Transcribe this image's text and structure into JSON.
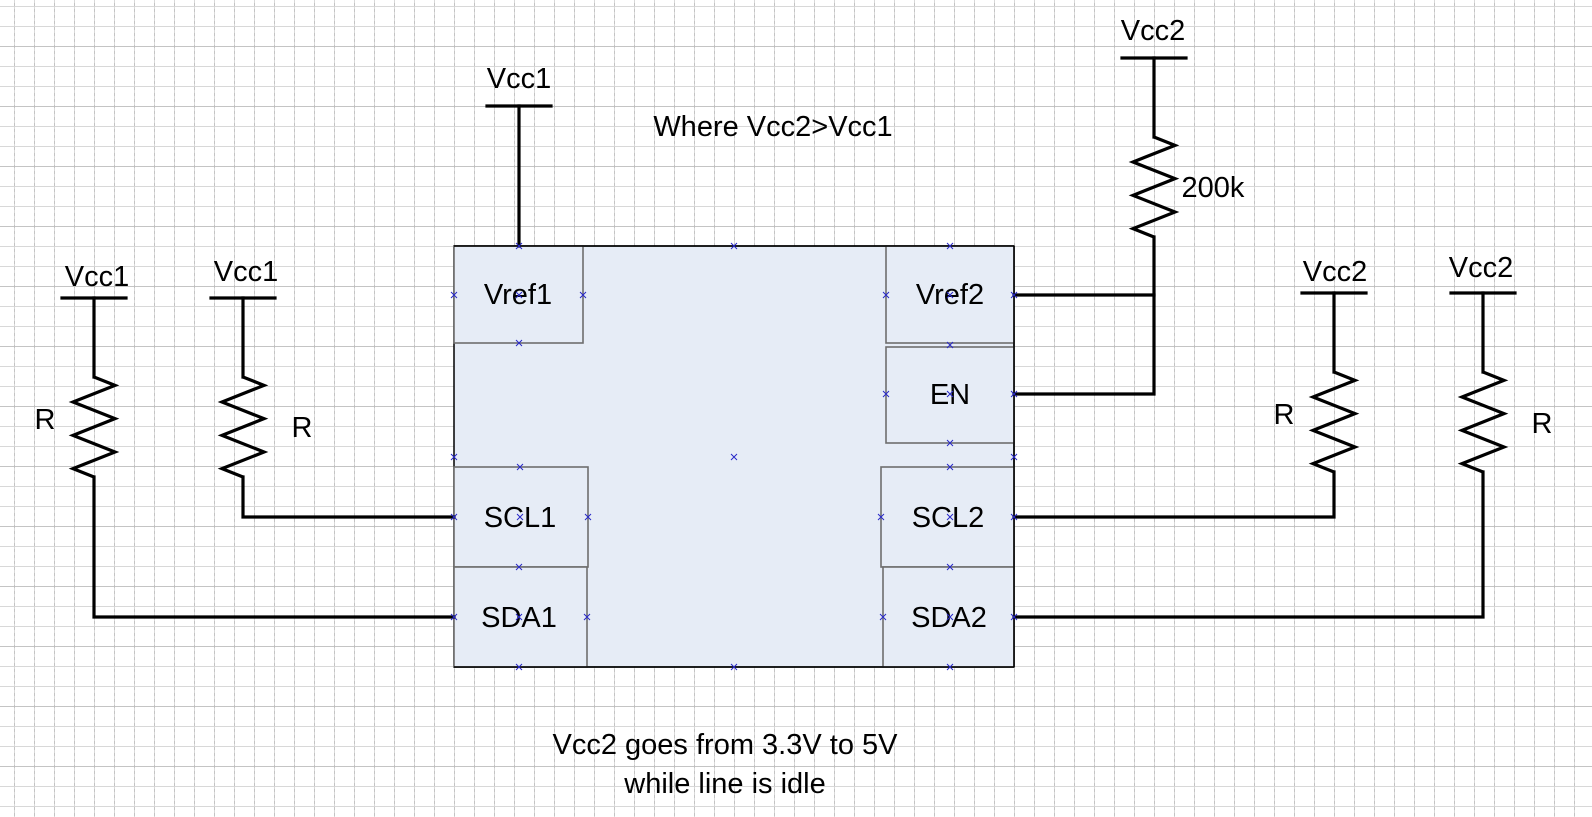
{
  "diagram": {
    "type": "schematic",
    "title_note": "Where Vcc2>Vcc1",
    "footer_note_line1": "Vcc2 goes from 3.3V to 5V",
    "footer_note_line2": "while line is idle",
    "chip": {
      "pins_left": [
        "Vref1",
        "SCL1",
        "SDA1"
      ],
      "pins_right": [
        "Vref2",
        "EN",
        "SCL2",
        "SDA2"
      ],
      "pin_labels": {
        "vref1": "Vref1",
        "scl1": "SCL1",
        "sda1": "SDA1",
        "vref2": "Vref2",
        "en": "EN",
        "scl2": "SCL2",
        "sda2": "SDA2"
      }
    },
    "supplies": {
      "vref1_supply": "Vcc1",
      "sda1_pullup_supply": "Vcc1",
      "scl1_pullup_supply": "Vcc1",
      "vref2_supply": "Vcc2",
      "scl2_pullup_supply": "Vcc2",
      "sda2_pullup_supply": "Vcc2"
    },
    "resistors": {
      "sda1_pullup": "R",
      "scl1_pullup": "R",
      "vref2_en_resistor": "200k",
      "scl2_pullup": "R",
      "sda2_pullup": "R"
    },
    "connections": [
      {
        "from": "Vcc1",
        "to": "Vref1"
      },
      {
        "from": "Vcc1",
        "via": "R",
        "to": "SDA1"
      },
      {
        "from": "Vcc1",
        "via": "R",
        "to": "SCL1"
      },
      {
        "from": "Vcc2",
        "via": "200k",
        "to": "Vref2"
      },
      {
        "from": "Vref2",
        "to": "EN"
      },
      {
        "from": "Vcc2",
        "via": "R",
        "to": "SCL2"
      },
      {
        "from": "Vcc2",
        "via": "R",
        "to": "SDA2"
      }
    ],
    "colors": {
      "chip_fill": "#e6ecf6",
      "wire": "#000000",
      "grid": "#bebebe",
      "anchor_marker": "#2828c8"
    }
  }
}
